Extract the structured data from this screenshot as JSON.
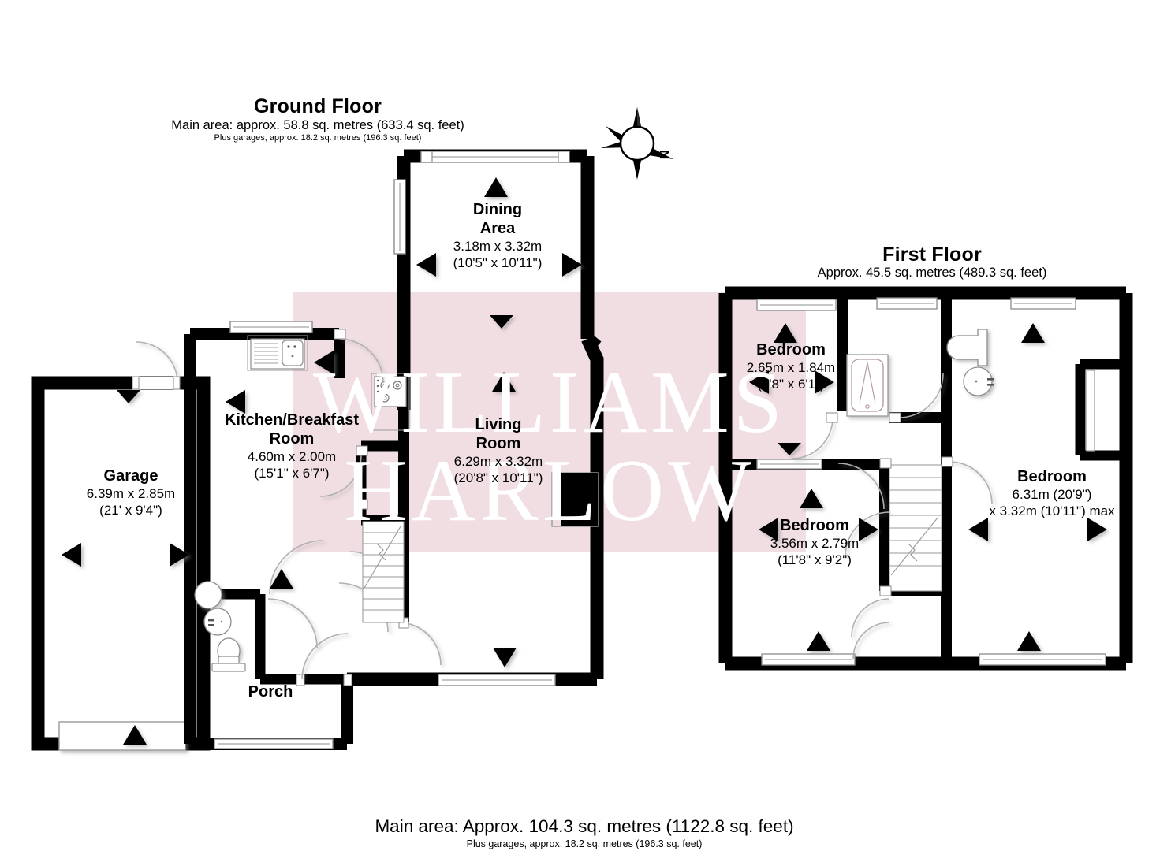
{
  "document": {
    "type": "property-floor-plan",
    "watermark": "WILLIAMS HARLOW",
    "watermark_line1": "WILLIAMS",
    "watermark_line2": "HARLOW",
    "watermark_band_color": "#f0dde2",
    "wall_color": "#000000",
    "background_color": "#ffffff"
  },
  "ground_floor": {
    "title": "Ground Floor",
    "subtitle": "Main area: approx. 58.8 sq. metres (633.4 sq. feet)",
    "subtitle2": "Plus garages, approx. 18.2 sq. metres (196.3 sq. feet)",
    "rooms": [
      {
        "name": "Dining",
        "name2": "Area",
        "dim_metric": "3.18m x 3.32m",
        "dim_imperial": "(10'5\" x 10'11\")"
      },
      {
        "name": "Kitchen/Breakfast",
        "name2": "Room",
        "dim_metric": "4.60m x 2.00m",
        "dim_imperial": "(15'1\" x 6'7\")"
      },
      {
        "name": "Living",
        "name2": "Room",
        "dim_metric": "6.29m x 3.32m",
        "dim_imperial": "(20'8\" x 10'11\")"
      },
      {
        "name": "Garage",
        "name2": "",
        "dim_metric": "6.39m x 2.85m",
        "dim_imperial": "(21' x 9'4\")"
      },
      {
        "name": "Porch",
        "name2": "",
        "dim_metric": "",
        "dim_imperial": ""
      }
    ]
  },
  "first_floor": {
    "title": "First Floor",
    "subtitle": "Approx. 45.5 sq. metres (489.3 sq. feet)",
    "rooms": [
      {
        "name": "Bedroom",
        "dim_metric": "2.65m x 1.84m",
        "dim_imperial": "(8'8\" x 6'1\")"
      },
      {
        "name": "Bedroom",
        "dim_metric": "3.56m x 2.79m",
        "dim_imperial": "(11'8\" x 9'2\")"
      },
      {
        "name": "Bedroom",
        "dim_metric": "6.31m (20'9\")",
        "dim_imperial": "x 3.32m (10'11\") max"
      }
    ]
  },
  "compass": {
    "label": "N",
    "name": "compass-rose"
  },
  "footer": {
    "main": "Main area: Approx. 104.3 sq. metres (1122.8 sq. feet)",
    "sub": "Plus garages, approx. 18.2 sq. metres (196.3 sq. feet)"
  }
}
